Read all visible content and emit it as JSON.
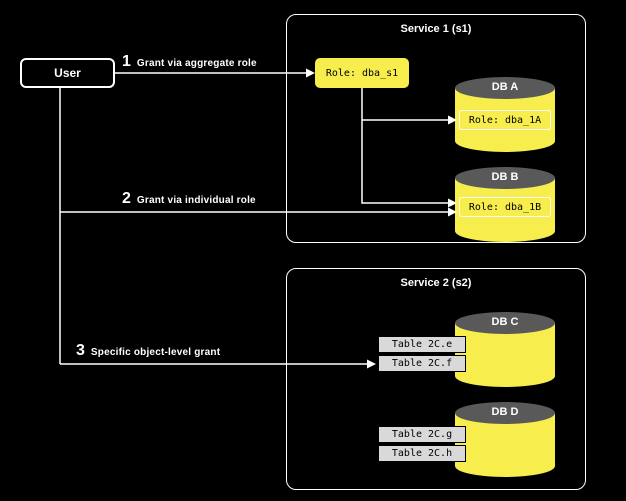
{
  "colors": {
    "background": "#000000",
    "accent_yellow": "#f7ee4e",
    "cylinder_cap_gray": "#595959",
    "table_gray": "#d9d9d9",
    "line_white": "#ffffff"
  },
  "user": {
    "label": "User"
  },
  "grants": [
    {
      "num": "1",
      "label": "Grant via aggregate role"
    },
    {
      "num": "2",
      "label": "Grant via individual role"
    },
    {
      "num": "3",
      "label": "Specific object-level grant"
    }
  ],
  "service1": {
    "title": "Service 1 (s1)",
    "aggregate_role": "Role: dba_s1",
    "databases": [
      {
        "name": "DB A",
        "role": "Role: dba_1A"
      },
      {
        "name": "DB B",
        "role": "Role: dba_1B"
      }
    ]
  },
  "service2": {
    "title": "Service 2 (s2)",
    "databases": [
      {
        "name": "DB C",
        "tables": [
          "Table 2C.e",
          "Table 2C.f"
        ]
      },
      {
        "name": "DB D",
        "tables": [
          "Table 2C.g",
          "Table 2C.h"
        ]
      }
    ]
  }
}
